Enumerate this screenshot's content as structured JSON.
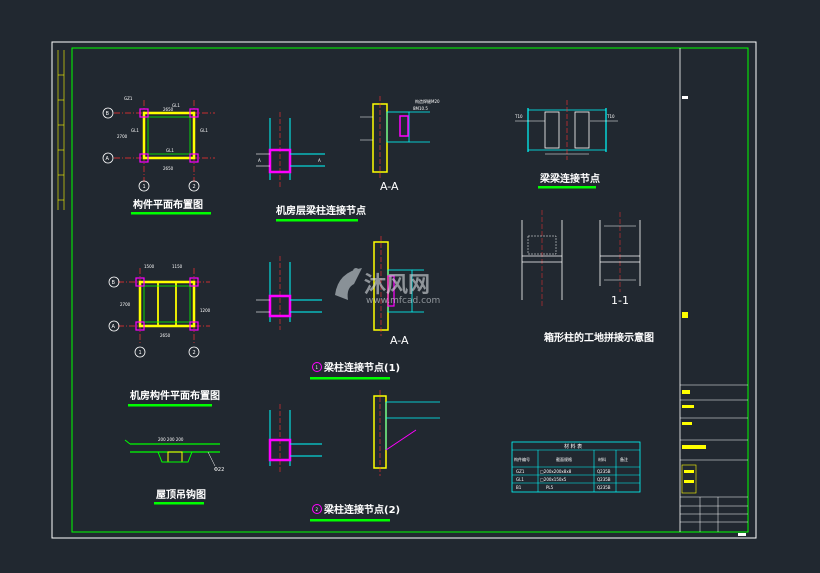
{
  "drawing": {
    "views": {
      "member_plan": {
        "title": "构件平面布置图",
        "axis_b": "B",
        "axis_a": "A",
        "axis_1": "1",
        "axis_2": "2",
        "dim_top": "2650",
        "dim_bottom": "2650",
        "label_gl1_top": "GL1",
        "label_gl1_bot": "GL1",
        "label_gz1": "GZ1",
        "label_gl1_left": "GL1",
        "label_gl1_right": "GL1",
        "dim_left": "2700"
      },
      "room_beam_col": {
        "title": "机房层梁柱连接节点",
        "cut_a": "A"
      },
      "section_aa_top": {
        "title": "A-A",
        "note1": "构造焊缝M20",
        "note2": "8M10.5"
      },
      "beam_beam": {
        "title": "梁梁连接节点",
        "d1": "T10",
        "d2": "T10"
      },
      "room_member_plan": {
        "title": "机房构件平面布置图",
        "axis_b": "B",
        "axis_a": "A",
        "axis_1": "1",
        "axis_2": "2",
        "dim_top1": "1500",
        "dim_top2": "1150",
        "dim_bottom": "2650",
        "dim_right": "1200",
        "dim_left": "2700"
      },
      "beam_col_1": {
        "num": "1",
        "title": "梁柱连接节点(1)"
      },
      "section_aa_mid": {
        "title": "A-A"
      },
      "box_splice": {
        "title": "箱形柱的工地拼接示意图",
        "section": "1-1"
      },
      "roof_hook": {
        "title": "屋顶吊钩图",
        "dim": "200 200 200",
        "dia": "Φ22"
      },
      "beam_col_2": {
        "num": "2",
        "title": "梁柱连接节点(2)"
      }
    },
    "material_table": {
      "title": "材 料 表",
      "headers": [
        "构件编号",
        "截面规格",
        "材料",
        "备注"
      ],
      "rows": [
        [
          "GZ1",
          "□200x200x8x8",
          "Q235B",
          ""
        ],
        [
          "GL1",
          "□200x150x5",
          "Q235B",
          ""
        ],
        [
          "B1",
          "PL5",
          "Q235B",
          ""
        ]
      ]
    },
    "watermark": {
      "brand": "沐风网",
      "url": "www.mfcad.com"
    }
  },
  "colors": {
    "background": "#212830",
    "frame": "#ffffff",
    "inner": "#00ff00",
    "magenta": "#ff00ff",
    "yellow": "#ffff00",
    "cyan": "#00ffff",
    "red": "#ff3030"
  }
}
